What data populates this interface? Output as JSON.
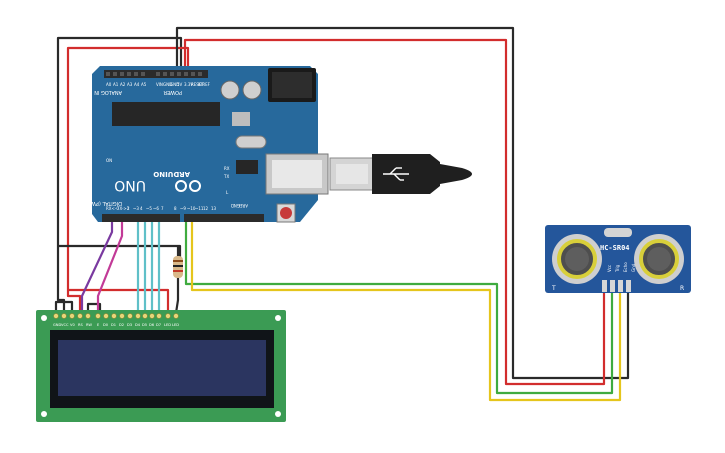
{
  "arduino": {
    "label_uno": "UNO",
    "label_brand": "ARDUINO",
    "label_analog": "ANALOG IN",
    "label_power": "POWER",
    "label_digital": "DIGITAL (PWM~)",
    "label_aref": "AREF",
    "label_gnd": "GND",
    "label_tx": "TX",
    "label_rx": "RX",
    "label_on": "ON",
    "label_l": "L",
    "analog_pins": [
      "A0",
      "A1",
      "A2",
      "A3",
      "A4",
      "A5"
    ],
    "power_pins": [
      "VIN",
      "GND",
      "GND",
      "5V",
      "3.3V",
      "RESET",
      "IOREF"
    ],
    "digital_pins": [
      "RX<-0",
      "TX->1",
      "2",
      "~3",
      "4",
      "~5",
      "~6",
      "7",
      "8",
      "~9",
      "~10",
      "~11",
      "12",
      "13"
    ],
    "board_color": "#27699c",
    "header_color": "#2b2b2b",
    "reset_color": "#c73a3a"
  },
  "sensor": {
    "model": "HC-SR04",
    "pins": [
      "Vcc",
      "Trig",
      "Echo",
      "Gnd"
    ],
    "label_t": "T",
    "label_r": "R",
    "board_color": "#24569b",
    "transducer_color": "#d8cf3a"
  },
  "lcd": {
    "pins": [
      "GND",
      "VCC",
      "V0",
      "RS",
      "RW",
      "E",
      "D0",
      "D1",
      "D2",
      "D3",
      "D4",
      "D5",
      "D6",
      "D7",
      "LED",
      "LED"
    ],
    "board_color": "#3b9b54",
    "screen_color": "#2b3560",
    "frame_color": "#101418"
  },
  "wire_colors": {
    "black": "#2a2a2a",
    "red": "#d22d2d",
    "green": "#3fab3f",
    "yellow": "#e5c51c",
    "purple": "#7a3aa0",
    "magenta": "#c23a97",
    "cyan": "#5fc0c8",
    "resistor": "#d9b98a"
  }
}
